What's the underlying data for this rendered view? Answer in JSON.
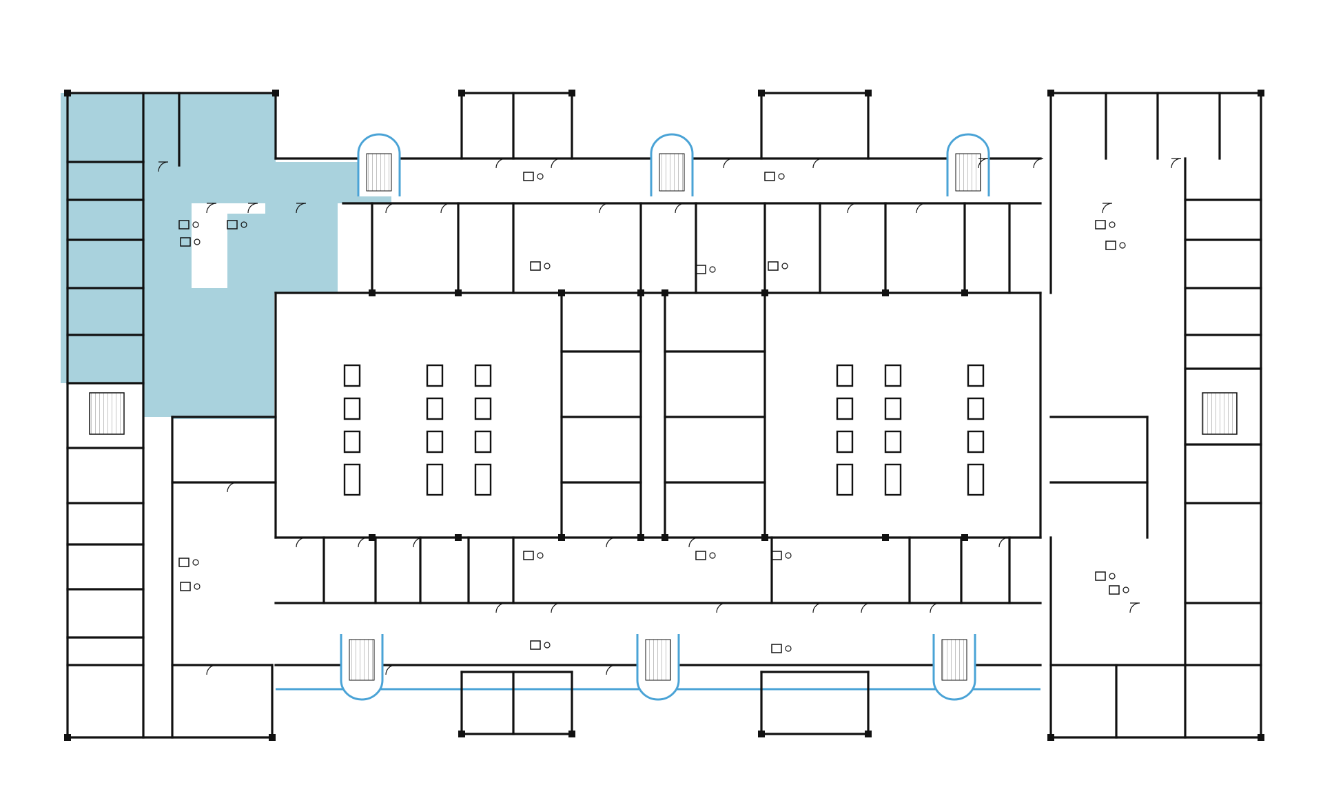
{
  "colors": {
    "background": "#ffffff",
    "wall": "#111111",
    "facade_glass": "#4aa3d6",
    "highlight_fill": "#a9d2dd",
    "stair_hatch": "#9a9a9a",
    "label": "#333333"
  },
  "plan": {
    "highlighted_room_ids": [
      "h1",
      "h2",
      "h3",
      "h4",
      "h5",
      "h6",
      "h7",
      "h8",
      "h9",
      "h10",
      "h11",
      "h12",
      "h13",
      "h14",
      "h15"
    ],
    "room_labels": [],
    "icons": [
      "stair-icon",
      "door-swing-icon",
      "wc-fixture-icon",
      "column-icon"
    ]
  }
}
